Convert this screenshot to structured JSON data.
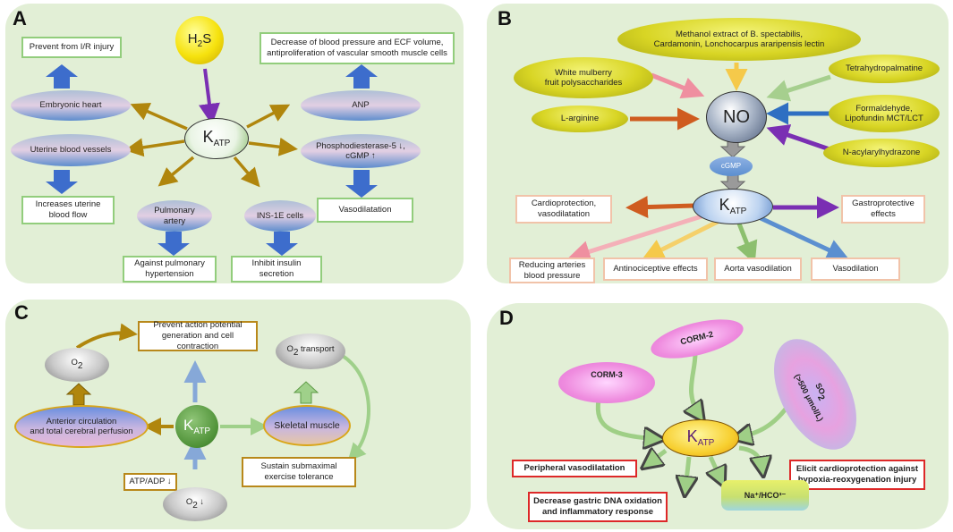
{
  "panelA": {
    "label": "A",
    "h2s": "H",
    "h2s_sub": "2",
    "h2s_tail": "S",
    "katp": "K",
    "katp_sub": "ATP",
    "targets": {
      "embryonic_heart": "Embryonic heart",
      "uterine_vessels": "Uterine blood vessels",
      "pulmonary_artery": "Pulmonary artery",
      "ins1e": "INS-1E cells",
      "anp": "ANP",
      "pde5_line1": "Phosphodiesterase-5 ↓,",
      "pde5_line2": "cGMP ↑"
    },
    "outcomes": {
      "ir_injury": "Prevent from I/R injury",
      "uterine_flow_1": "Increases uterine",
      "uterine_flow_2": "blood flow",
      "pulm_htn_1": "Against pulmonary",
      "pulm_htn_2": "hypertension",
      "insulin_1": "Inhibit insulin",
      "insulin_2": "secretion",
      "bp_1": "Decrease of blood pressure and  ECF volume,",
      "bp_2": "antiproliferation of vascular smooth muscle cells",
      "vasodilatation": "Vasodilatation"
    }
  },
  "panelB": {
    "label": "B",
    "no": "NO",
    "cgmp": "cGMP",
    "katp": "K",
    "katp_sub": "ATP",
    "inputs": {
      "methanol_1": "Methanol extract of B. spectabilis,",
      "methanol_2": "Cardamonin, Lonchocarpus araripensis lectin",
      "mulberry_1": "White mulberry",
      "mulberry_2": "fruit polysaccharides",
      "larginine": "L-arginine",
      "tetrahydro": "Tetrahydropalmatine",
      "formaldehyde_1": "Formaldehyde,",
      "formaldehyde_2": "Lipofundin MCT/LCT",
      "acylaryl": "N-acylarylhydrazone"
    },
    "outcomes": {
      "cardio_1": "Cardioprotection,",
      "cardio_2": "vasodilatation",
      "gastro_1": "Gastroprotective",
      "gastro_2": "effects",
      "arteries_1": "Reducing arteries",
      "arteries_2": "blood pressure",
      "antinoci": "Antinociceptive effects",
      "aorta": "Aorta vasodilation",
      "vasodilation": "Vasodilation"
    }
  },
  "panelC": {
    "label": "C",
    "katp": "K",
    "katp_sub": "ATP",
    "o2_top": "O",
    "o2_top_sub": "2",
    "o2_transport_pre": "O",
    "o2_transport_sub": "2",
    "o2_transport_post": " transport",
    "o2_bottom": "O",
    "o2_bottom_sub": "2",
    "o2_bottom_post": " ↓",
    "atp_adp": "ATP/ADP ↓",
    "anterior_1": "Anterior circulation",
    "anterior_2": "and total cerebral perfusion",
    "skeletal": "Skeletal muscle",
    "prevent_1": "Prevent action potential",
    "prevent_2": "generation and cell contraction",
    "sustain_1": "Sustain submaximal",
    "sustain_2": "exercise tolerance"
  },
  "panelD": {
    "label": "D",
    "katp": "K",
    "katp_sub": "ATP",
    "corm2": "CORM-2",
    "corm3": "CORM-3",
    "so2_pre": "SO",
    "so2_sub": "2",
    "so2_conc": "(>500 μmol/L)",
    "peripheral": "Peripheral vasodilatation",
    "gastric_1": "Decrease gastric DNA oxidation",
    "gastric_2": "and inflammatory response",
    "cardioprot_1": "Elicit cardioprotection against",
    "cardioprot_2": "hypoxia-reoxygenation injury",
    "ion": "Na⁺/HCO³⁻"
  }
}
